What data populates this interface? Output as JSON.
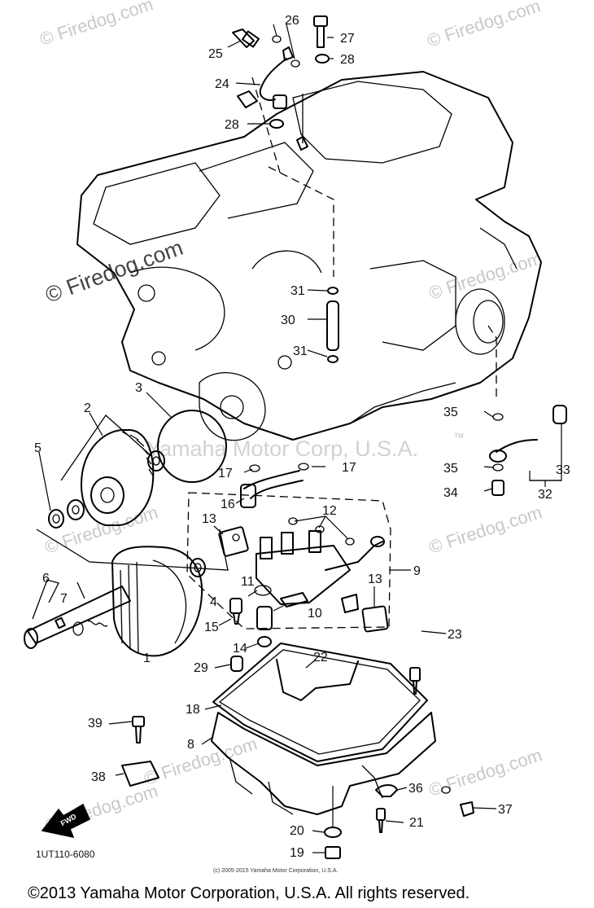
{
  "watermarks": {
    "top_left": "© Firedog.com",
    "top_right": "© Firedog.com",
    "left_mid": "© Firedog.com",
    "right_mid_upper": "© Firedog.com",
    "center": "Yamaha Motor Corp, U.S.A.",
    "left_lower": "© Firedog.com",
    "right_lower": "© Firedog.com",
    "center_lower": "© Firedog.com",
    "bottom_left": "© Firedog.com",
    "bottom_right": "© Firedog.com",
    "tm": "TM"
  },
  "callouts": {
    "c1": "1",
    "c2": "2",
    "c3": "3",
    "c4": "4",
    "c5": "5",
    "c6": "6",
    "c7": "7",
    "c8": "8",
    "c9": "9",
    "c10": "10",
    "c11": "11",
    "c12": "12",
    "c13a": "13",
    "c13b": "13",
    "c14": "14",
    "c15": "15",
    "c16": "16",
    "c17a": "17",
    "c17b": "17",
    "c18": "18",
    "c19": "19",
    "c20": "20",
    "c21": "21",
    "c22": "22",
    "c23": "23",
    "c24": "24",
    "c25": "25",
    "c26": "26",
    "c27": "27",
    "c28a": "28",
    "c28b": "28",
    "c29": "29",
    "c30": "30",
    "c31a": "31",
    "c31b": "31",
    "c32": "32",
    "c33": "33",
    "c34": "34",
    "c35a": "35",
    "c35b": "35",
    "c36": "36",
    "c37": "37",
    "c38": "38",
    "c39": "39"
  },
  "fwd_label": "FWD",
  "diagram_code": "1UT110-6080",
  "small_copyright": "(c) 2005-2015 Yamaha Motor Corporation, U.S.A.",
  "footer_copyright": "©2013 Yamaha Motor Corporation, U.S.A. All rights reserved."
}
